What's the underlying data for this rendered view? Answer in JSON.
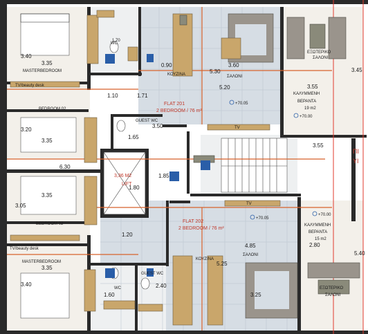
{
  "flats": [
    {
      "title": "FLAT 201",
      "subtitle": "2 BEDROOM / 76 m²"
    },
    {
      "title": "FLAT 202",
      "subtitle": "2 BEDROOM / 76 m²"
    }
  ],
  "lift": {
    "area": "3,36 M2",
    "label": "LIFT"
  },
  "rooms": {
    "masterbedroom_top": "MASTERBEDROOM",
    "bedroom_top": "BEDROOM 02",
    "bedroom_bottom": "BEDROOM 02",
    "masterbedroom_bottom": "MASTERBEDROOM",
    "kitchen_top": "ΚΟΥΖΙΝΑ",
    "living_top": "ΣΑΛΟΝΙ",
    "kitchen_bottom": "ΚΟΥΖΙΝΑ",
    "living_bottom": "ΣΑΛΟΝΙ",
    "wc_top": "WC",
    "guest_wc_top": "GUEST WC",
    "wc_bottom": "WC",
    "guest_wc_bottom": "GUEST WC",
    "veranda_top_l1": "ΚΑΛΥΜΜΕΝΗ",
    "veranda_top_l2": "ΒΕΡΑΝΤΑ",
    "veranda_top_area": "19 m2",
    "veranda_bottom_l1": "ΚΑΛΥΜΜΕΝΗ",
    "veranda_bottom_l2": "ΒΕΡΑΝΤΑ",
    "veranda_bottom_area": "15 m2",
    "outdoor_top_l1": "ΕΞΩΤΕΡΙΚΟ",
    "outdoor_top_l2": "ΣΑΛΟΝΙ",
    "outdoor_bottom_l1": "ΕΞΩΤΕΡΙΚΟ",
    "outdoor_bottom_l2": "ΣΑΛΟΝΙ",
    "tv_beauty_top": "TV/beauty desk",
    "tv_beauty_bottom": "TV/beauty desk",
    "tv": "TV"
  },
  "levels": {
    "l1": "+70.05",
    "l2": "+70.00",
    "l3": "+70.00",
    "l4": "+70.05"
  },
  "dimensions": {
    "d340a": "3.40",
    "d335a": "3.35",
    "d320": "3.20",
    "d335b": "3.35",
    "d335c": "3.35",
    "d305": "3.05",
    "d335d": "3.35",
    "d340b": "3.40",
    "d170": "1.70",
    "d090": "0.90",
    "d360": "3.60",
    "d530": "5.30",
    "d520": "5.20",
    "d355": "3.55",
    "d345": "3.45",
    "d110": "1.10",
    "d171": "1.71",
    "d165": "1.65",
    "d350": "3.50",
    "d355b": "3.55",
    "d185": "1.85",
    "d180": "1.80",
    "d120": "1.20",
    "d485": "4.85",
    "d525": "5.25",
    "d280": "2.80",
    "d540": "5.40",
    "d160": "1.60",
    "d240": "2.40",
    "d325": "3.25",
    "d630": "6.30"
  },
  "edge_text": {
    "t1": "ΠΙ",
    "t2": "ΥΙ"
  }
}
